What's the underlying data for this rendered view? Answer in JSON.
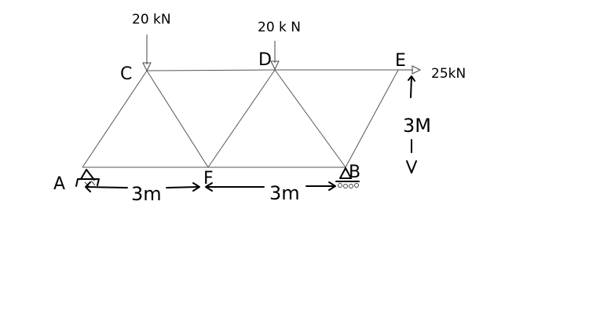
{
  "nodes": {
    "A": "A",
    "B": "B",
    "C": "C",
    "D": "D",
    "E": "E",
    "F": "F"
  },
  "loads": {
    "at_c": "20 kN",
    "at_d": "20 k N",
    "at_e": "25kN"
  },
  "dimensions": {
    "span_af": "3m",
    "span_fb": "3m",
    "height": "3M"
  }
}
